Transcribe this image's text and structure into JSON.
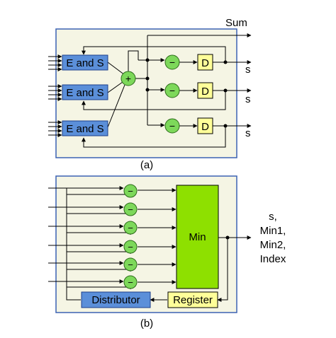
{
  "panel_a": {
    "caption": "(a)",
    "sum_label": "Sum",
    "es_blocks": [
      "E and S",
      "E and S",
      "E and S"
    ],
    "plus_sign": "+",
    "minus_sign": "−",
    "d_blocks": [
      "D",
      "D",
      "D"
    ],
    "outputs": [
      "s",
      "s",
      "s"
    ]
  },
  "panel_b": {
    "caption": "(b)",
    "min_label": "Min",
    "distributor_label": "Distributor",
    "register_label": "Register",
    "minus_sign": "−",
    "output_lines": [
      "s,",
      "Min1,",
      "Min2,",
      "Index"
    ]
  },
  "colors": {
    "panel_bg": "#f5f5e4",
    "panel_border": "#3b62b3",
    "es_fill": "#5b8fd9",
    "min_fill": "#8ee000",
    "circle_fill": "#7dd85a",
    "d_fill": "#ffff99",
    "distributor_fill": "#5b8fd9",
    "register_fill": "#ffff99"
  }
}
